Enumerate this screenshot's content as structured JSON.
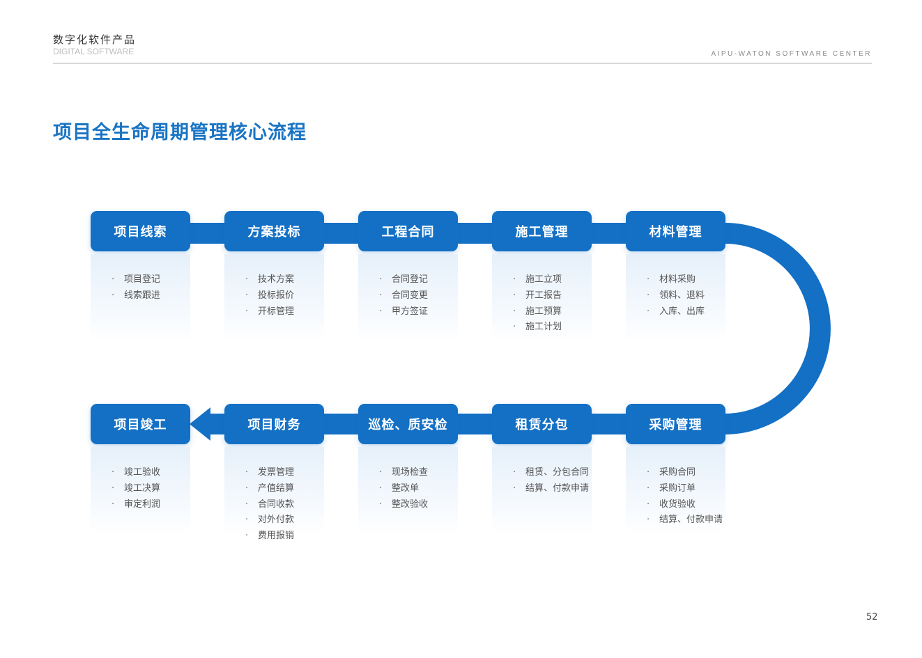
{
  "header": {
    "title_cn": "数字化软件产品",
    "title_en": "DIGITAL SOFTWARE",
    "right_text": "AIPU-WATON SOFTWARE CENTER"
  },
  "page_title": "项目全生命周期管理核心流程",
  "colors": {
    "accent": "#1470c4",
    "title": "#1a74c4"
  },
  "top_row": [
    {
      "title": "项目线索",
      "items": [
        "项目登记",
        "线索跟进"
      ]
    },
    {
      "title": "方案投标",
      "items": [
        "技术方案",
        "投标报价",
        "开标管理"
      ]
    },
    {
      "title": "工程合同",
      "items": [
        "合同登记",
        "合同变更",
        "甲方签证"
      ]
    },
    {
      "title": "施工管理",
      "items": [
        "施工立项",
        "开工报告",
        "施工预算",
        "施工计划"
      ]
    },
    {
      "title": "材料管理",
      "items": [
        "材料采购",
        "领料、退料",
        "入库、出库"
      ]
    }
  ],
  "bottom_row": [
    {
      "title": "项目竣工",
      "items": [
        "竣工验收",
        "竣工决算",
        "审定利润"
      ]
    },
    {
      "title": "项目财务",
      "items": [
        "发票管理",
        "产值结算",
        "合同收款",
        "对外付款",
        "费用报销"
      ]
    },
    {
      "title": "巡检、质安检",
      "items": [
        "现场检查",
        "整改单",
        "整改验收"
      ]
    },
    {
      "title": "租赁分包",
      "items": [
        "租赁、分包合同",
        "结算、付款申请"
      ]
    },
    {
      "title": "采购管理",
      "items": [
        "采购合同",
        "采购订单",
        "收货验收",
        "结算、付款申请"
      ]
    }
  ],
  "page_number": "52"
}
